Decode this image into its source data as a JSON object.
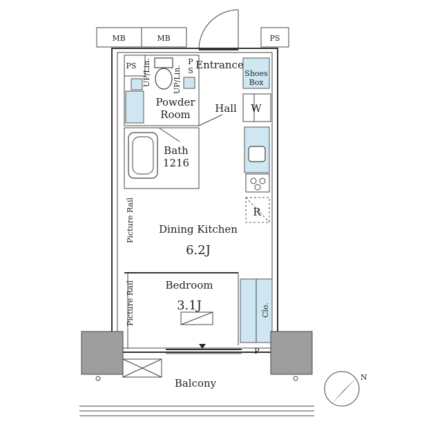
{
  "labels": {
    "mb1": "MB",
    "mb2": "MB",
    "ps_top": "PS",
    "ps_left": "PS",
    "ps_small": "P\nS",
    "up_lin_1": "UP/Lin.",
    "up_lin_2": "UP/Lin.",
    "entrance": "Entrance",
    "shoes_box": "Shoes\nBox",
    "powder_room": "Powder\nRoom",
    "hall": "Hall",
    "w": "W",
    "bath": "Bath\n1216",
    "refrigerator": "R",
    "dining_kitchen": "Dining Kitchen",
    "dk_size": "6.2J",
    "picture_rail_1": "Picture Rail",
    "picture_rail_2": "Picture Rail",
    "bedroom": "Bedroom",
    "bedroom_size": "3.1J",
    "closet": "Clo.",
    "p": "P",
    "balcony": "Balcony"
  },
  "compass": {
    "north_letter": "N"
  },
  "colors": {
    "wall": "#333333",
    "fixture_blue": "#cfe7f3",
    "column_grey": "#9e9e9e"
  }
}
